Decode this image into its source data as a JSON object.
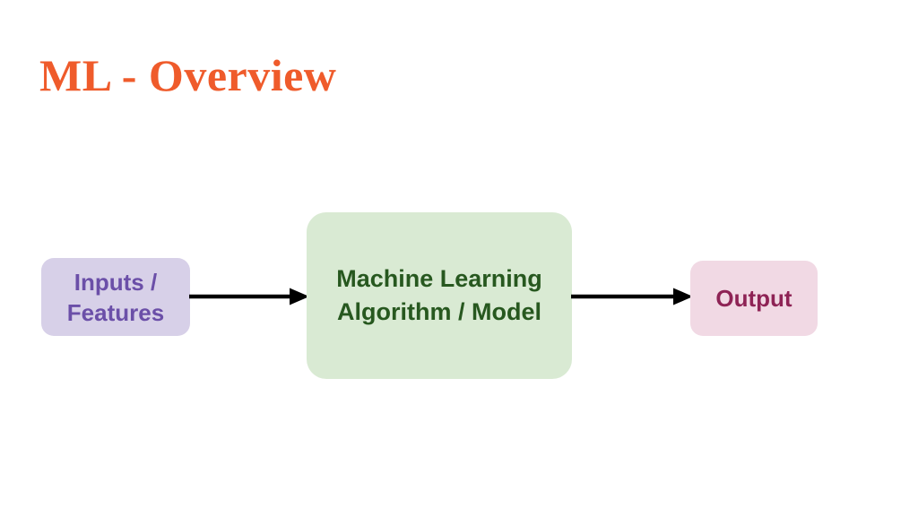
{
  "slide": {
    "title": "ML - Overview",
    "background_color": "#ffffff",
    "title_color": "#ef5b2b"
  },
  "diagram": {
    "type": "flow",
    "nodes": [
      {
        "id": "inputs",
        "label": "Inputs /\nFeatures",
        "fill": "#d7d0e8",
        "text_color": "#6b4fa8"
      },
      {
        "id": "model",
        "label": "Machine Learning\nAlgorithm / Model",
        "fill": "#d9ead3",
        "text_color": "#27581f"
      },
      {
        "id": "output",
        "label": "Output",
        "fill": "#f1d9e4",
        "text_color": "#8e2355"
      }
    ],
    "connectors": [
      {
        "id": "arrow-inputs-to-model",
        "from": "inputs",
        "to": "model",
        "color": "#000000",
        "style": "solid-arrow"
      },
      {
        "id": "arrow-model-to-output",
        "from": "model",
        "to": "output",
        "color": "#000000",
        "style": "solid-arrow"
      }
    ]
  }
}
